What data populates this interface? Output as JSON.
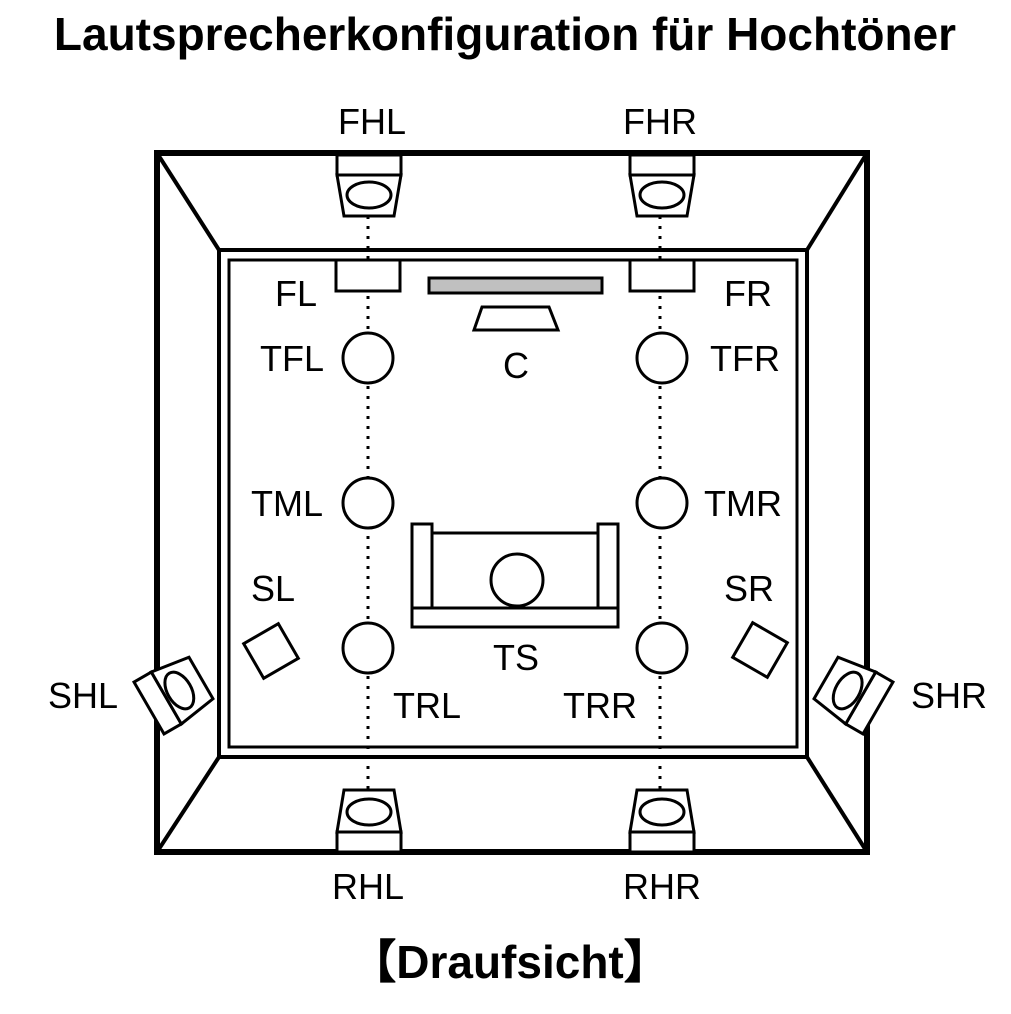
{
  "title": "Lautsprecherkonfiguration für Hochtöner",
  "caption": "【Draufsicht】",
  "labels": {
    "FHL": "FHL",
    "FHR": "FHR",
    "FL": "FL",
    "FR": "FR",
    "C": "C",
    "TFL": "TFL",
    "TFR": "TFR",
    "TML": "TML",
    "TMR": "TMR",
    "SL": "SL",
    "SR": "SR",
    "TS": "TS",
    "SHL": "SHL",
    "SHR": "SHR",
    "TRL": "TRL",
    "TRR": "TRR",
    "RHL": "RHL",
    "RHR": "RHR"
  },
  "colors": {
    "line": "#000000",
    "tv": "#c0c0c0",
    "background": "#ffffff"
  }
}
